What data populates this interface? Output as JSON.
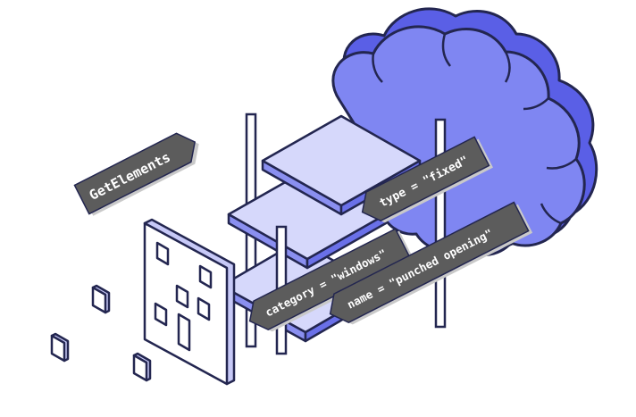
{
  "labels": {
    "get_elements": "GetElements",
    "type_tag": "type = \"fixed\"",
    "category_tag": "category = \"windows\"",
    "name_tag": "name = \"punched opening\""
  },
  "colors": {
    "cloud_fill": "#7f86f2",
    "cloud_side": "#5a5fe6",
    "plate_top": "#d6d8fb",
    "plate_side": "#8a8ff0",
    "stroke": "#232650",
    "tag_fill": "#5c5c5c",
    "tag_edge": "#c9c9c9"
  }
}
